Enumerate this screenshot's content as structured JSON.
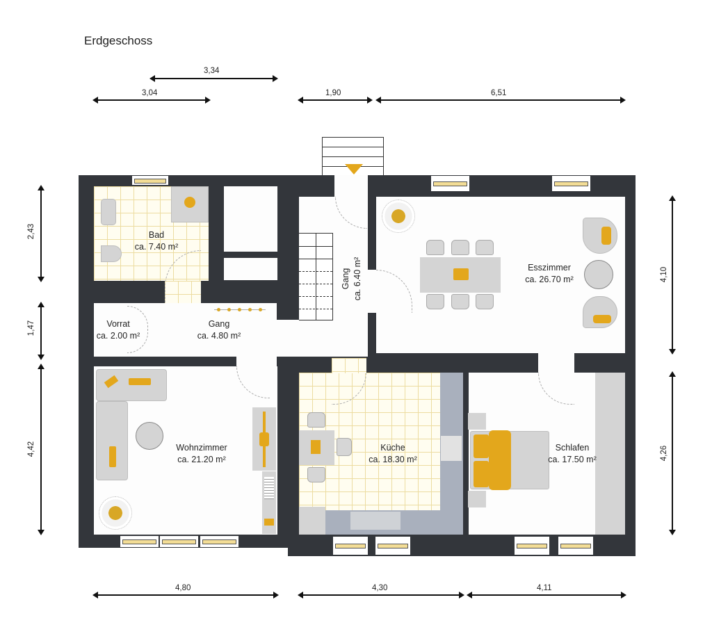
{
  "plan": {
    "title": "Erdgeschoss",
    "colors": {
      "wall": "#33363b",
      "accent": "#e3a71c",
      "tile_line": "#ecdca0",
      "counter": "#a9b0bd"
    }
  },
  "rooms": {
    "bad": {
      "name": "Bad",
      "area": "ca. 7.40 m²"
    },
    "vorrat": {
      "name": "Vorrat",
      "area": "ca. 2.00 m²"
    },
    "gang_west": {
      "name": "Gang",
      "area": "ca. 4.80 m²"
    },
    "gang_central": {
      "name": "Gang",
      "area": "ca. 6.40 m²"
    },
    "esszimmer": {
      "name": "Esszimmer",
      "area": "ca. 26.70 m²"
    },
    "wohnzimmer": {
      "name": "Wohnzimmer",
      "area": "ca. 21.20 m²"
    },
    "kueche": {
      "name": "Küche",
      "area": "ca. 18.30 m²"
    },
    "schlafen": {
      "name": "Schlafen",
      "area": "ca. 17.50 m²"
    }
  },
  "dimensions": {
    "top": [
      "3,34",
      "3,04",
      "1,90",
      "6,51"
    ],
    "bottom": [
      "4,80",
      "4,30",
      "4,11"
    ],
    "left": [
      "2,43",
      "1,47",
      "4,42"
    ],
    "right": [
      "4,10",
      "4,26"
    ]
  },
  "icons": {
    "entrance": "entrance-arrow-icon",
    "stairs": "stairs-icon"
  }
}
